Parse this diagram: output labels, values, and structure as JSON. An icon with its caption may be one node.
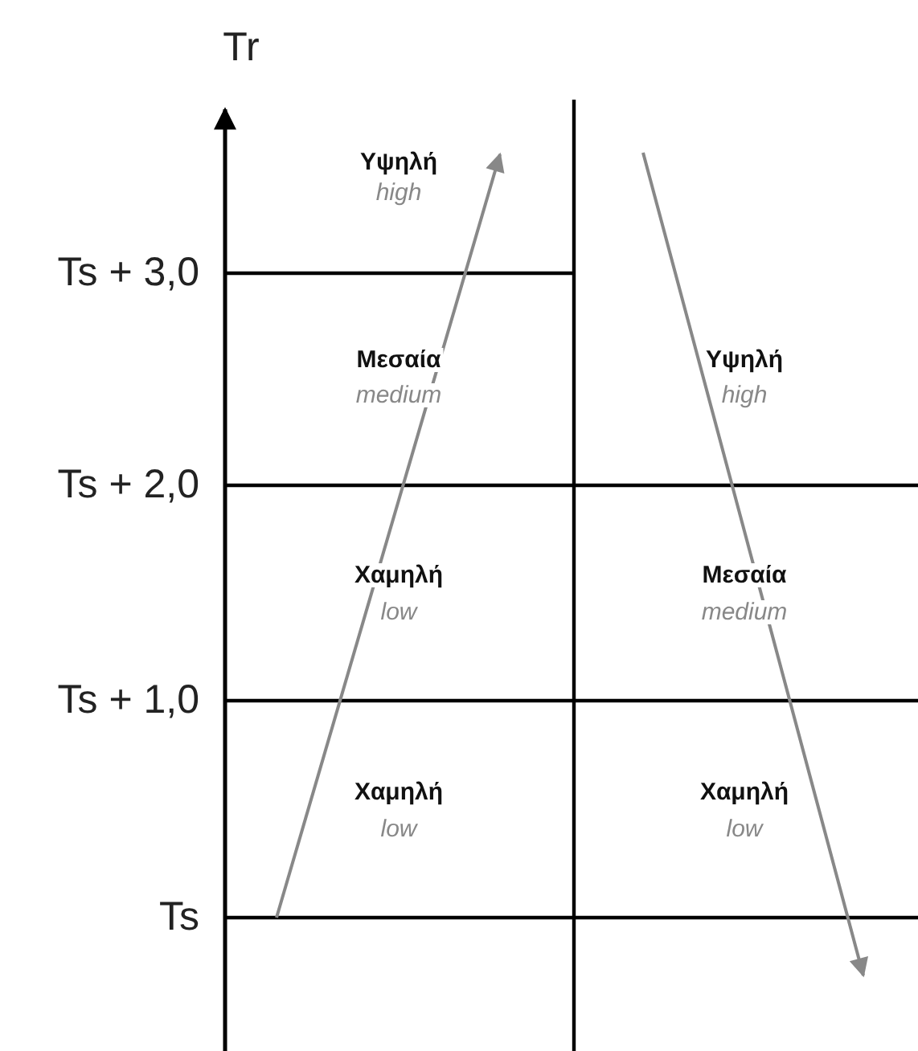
{
  "diagram": {
    "labels": [
      "Tr",
      "Ts + 3,0",
      "Ts + 2,0",
      "Ts + 1,0",
      "Ts",
      "Υψηλή",
      "high",
      "Μεσαία",
      "medium",
      "Υψηλή",
      "high",
      "Χαμηλή",
      "low",
      "Μεσαία",
      "medium",
      "Χαμηλή",
      "low",
      "Χαμηλή",
      "low"
    ]
  }
}
